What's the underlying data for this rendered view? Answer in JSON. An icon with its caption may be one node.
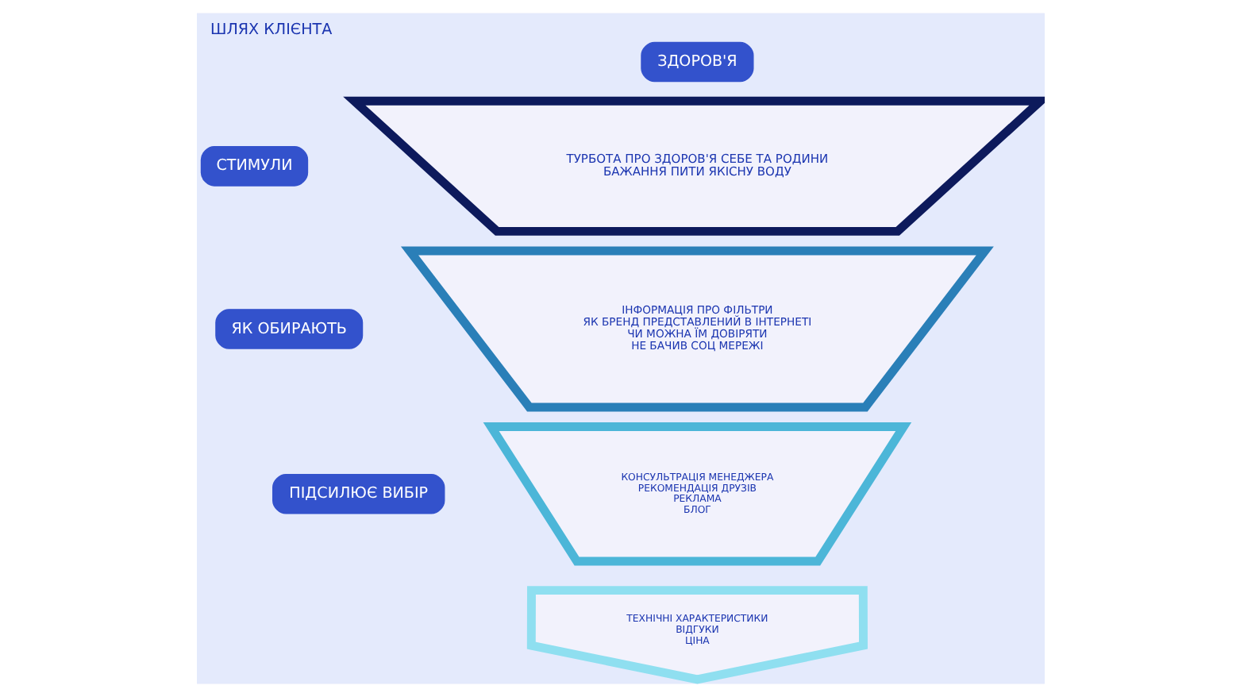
{
  "diagram": {
    "title": "ШЛЯХ КЛІЄНТА",
    "nodes": [
      {
        "text": [
          "ЗДОРОВ'Я"
        ]
      },
      {
        "text": [
          "СТИМУЛИ"
        ]
      },
      {
        "text": [
          "ТУРБОТА ПРО ЗДОРОВ'Я СЕБЕ ТА РОДИНИ",
          "БАЖАННЯ ПИТИ ЯКІСНУ ВОДУ"
        ]
      },
      {
        "text": [
          "ЯК ОБИРАЮТЬ"
        ]
      },
      {
        "text": [
          "ІНФОРМАЦІЯ ПРО ФІЛЬТРИ",
          "ЯК БРЕНД ПРЕДСТАВЛЕНИЙ В ІНТЕРНЕТІ",
          "ЧИ МОЖНА ЇМ ДОВІРЯТИ",
          "НЕ БАЧИВ СОЦ МЕРЕЖІ"
        ]
      },
      {
        "text": [
          "ПІДСИЛЮЄ ВИБІР"
        ]
      },
      {
        "text": [
          "КОНСУЛЬТРАЦІЯ МЕНЕДЖЕРА",
          "РЕКОМЕНДАЦІЯ ДРУЗІВ",
          "РЕКЛАМА",
          "БЛОГ"
        ]
      },
      {
        "text": [
          "ТЕХНІЧНІ ХАРАКТЕРИСТИКИ",
          "ВІДГУКИ",
          "ЦІНА"
        ]
      }
    ],
    "edges": []
  }
}
